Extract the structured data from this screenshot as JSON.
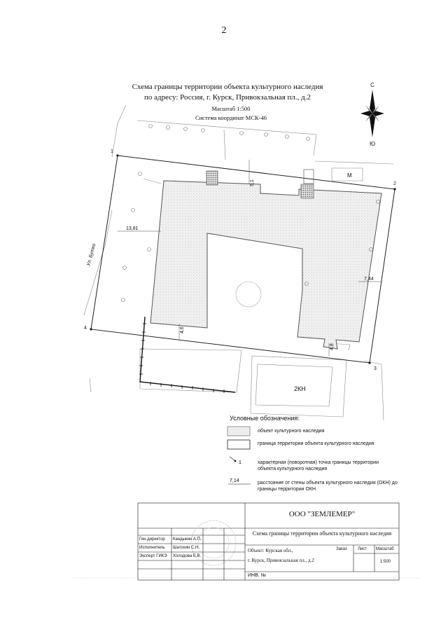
{
  "page_number": "2",
  "title": {
    "line1": "Схема границы территории объекта культурного наследия",
    "line2": "по адресу: Россия, г. Курск, Привокзальная пл., д.2",
    "scale": "Масштаб 1:500",
    "coord_system": "Система координат МСК-46"
  },
  "compass": {
    "north": "С",
    "south": "Ю"
  },
  "map": {
    "street": "Ул. Бутко",
    "points": [
      "1",
      "2",
      "3",
      "4"
    ],
    "distances": [
      "13,81",
      "5,1",
      "7,44",
      "4,6",
      "4,8"
    ],
    "labels": {
      "m": "М",
      "kn": "2КН"
    }
  },
  "legend": {
    "title": "Условные обозначения:",
    "items": [
      {
        "label": "объект культурного наследия"
      },
      {
        "label": "граница территории объекта культурного наследия"
      },
      {
        "symbol": "1",
        "label": "характерная (поворотная) точка границы территории объекта культурного наследия"
      },
      {
        "symbol": "7,14",
        "label": "расстояние от стены объекта культурного наследия (ОКН) до границы территории ОКН"
      }
    ]
  },
  "title_block": {
    "company": "ООО \"ЗЕМЛЕМЕР\"",
    "doc_title": "Схема границы территории объекта культурного наследия",
    "rows": [
      {
        "role": "Ген.директор",
        "name": "Кандыкин А.П."
      },
      {
        "role": "Исполнитель",
        "name": "Шатохин С.Н."
      },
      {
        "role": "Эксперт ГИКЭ",
        "name": "Холодова Е.В."
      }
    ],
    "object_line1": "Объект: Курская обл.,",
    "object_line2": "г. Курск, Привокзальная пл., д.2",
    "headers": [
      "Заказ",
      "Лист",
      "Масштаб"
    ],
    "scale_value": "1:500",
    "inv": "ИНВ. №"
  }
}
